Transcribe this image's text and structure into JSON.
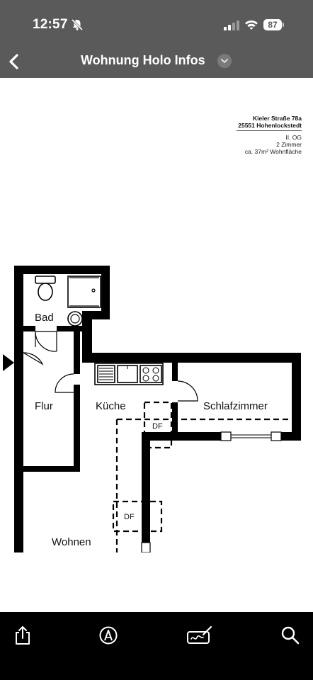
{
  "status": {
    "time": "12:57",
    "battery": "87"
  },
  "nav": {
    "title": "Wohnung Holo Infos"
  },
  "document": {
    "address_line1": "Kieler Straße 78a",
    "address_line2": "25551 Hohenlockstedt",
    "floor": "II. OG",
    "rooms": "2 Zimmer",
    "area": "ca. 37m² Wohnfläche",
    "room_bad": "Bad",
    "room_flur": "Flur",
    "room_kueche": "Küche",
    "room_schlafzimmer": "Schlafzimmer",
    "room_wohnen": "Wohnen",
    "df_label_1": "DF",
    "df_label_2": "DF"
  },
  "icons": {
    "status": [
      "bell-slash-icon",
      "signal-icon",
      "wifi-icon",
      "battery-icon"
    ],
    "nav": [
      "back-chevron-icon",
      "chevron-down-icon"
    ],
    "toolbar": [
      "share-icon",
      "markup-icon",
      "signature-icon",
      "search-icon"
    ]
  }
}
